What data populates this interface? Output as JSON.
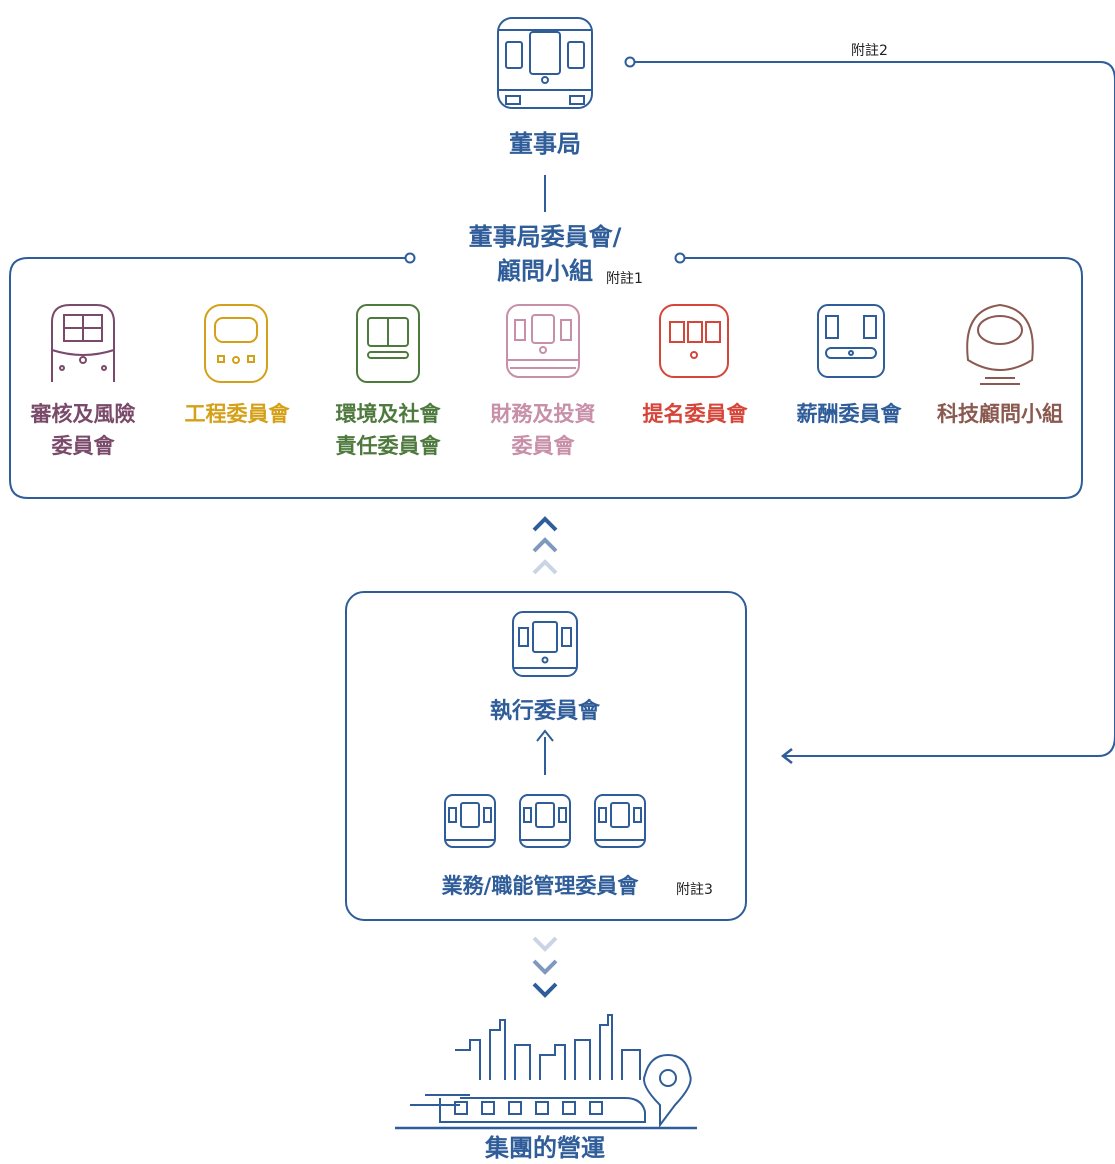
{
  "board": {
    "label": "董事局"
  },
  "committees_header": {
    "label": "董事局委員會/\n顧問小組",
    "note": "附註1"
  },
  "board_note": "附註2",
  "committees": [
    {
      "label": "審核及風險\n委員會",
      "color": "#7a4a6a"
    },
    {
      "label": "工程委員會",
      "color": "#d4a017"
    },
    {
      "label": "環境及社會\n責任委員會",
      "color": "#4e7a3e"
    },
    {
      "label": "財務及投資\n委員會",
      "color": "#c78fa8"
    },
    {
      "label": "提名委員會",
      "color": "#d6453a"
    },
    {
      "label": "薪酬委員會",
      "color": "#2f5d99"
    },
    {
      "label": "科技顧問小組",
      "color": "#8a5a50"
    }
  ],
  "executive": {
    "label": "執行委員會"
  },
  "management": {
    "label": "業務/職能管理委員會",
    "note": "附註3"
  },
  "operations": {
    "label": "集團的營運"
  },
  "colors": {
    "primary": "#2f5d99",
    "light": "#b9c7dc"
  }
}
